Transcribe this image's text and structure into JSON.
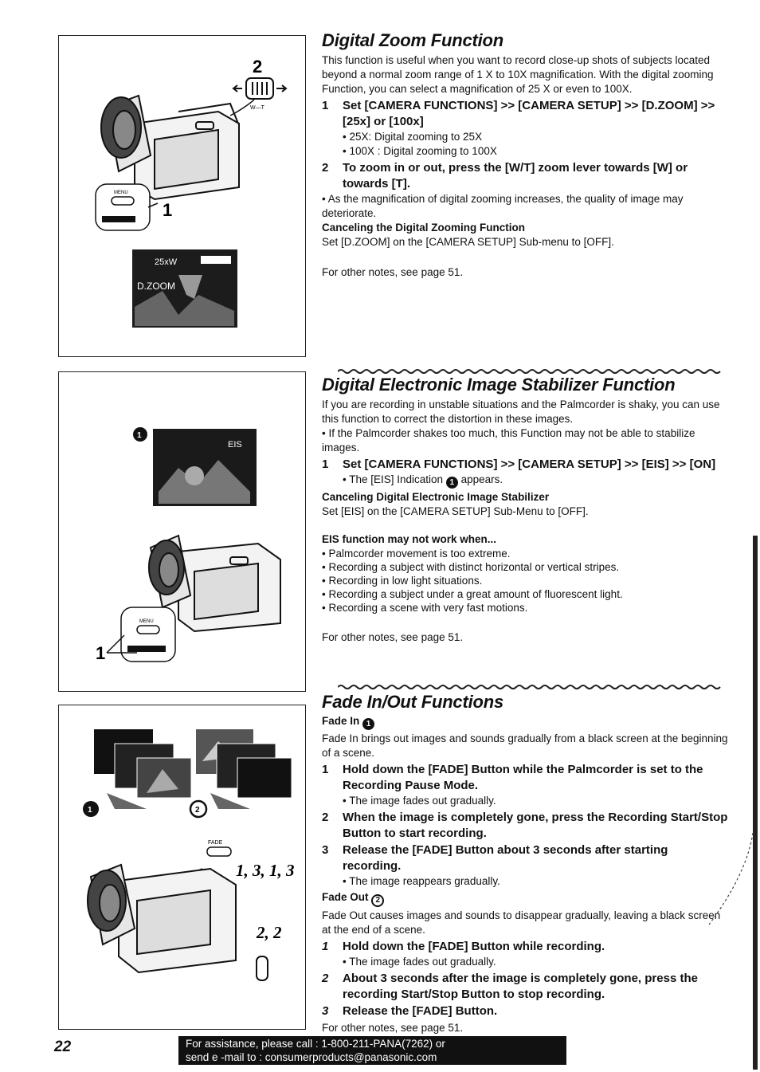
{
  "page_number": "22",
  "footer": {
    "line1": "For assistance, please call : 1-800-211-PANA(7262) or",
    "line2": "send e -mail to : consumerproducts@panasonic.com"
  },
  "figures": {
    "zoom": {
      "label_2": "2",
      "lever_label": "W—T",
      "menu_label": "MENU",
      "label_1": "1",
      "screen_text_1": "25xW",
      "screen_text_2": "D.ZOOM"
    },
    "eis": {
      "marker": "1",
      "screen_text": "EIS",
      "menu_label": "MENU",
      "label_1": "1"
    },
    "fade": {
      "marker_1": "1",
      "marker_2": "2",
      "fade_label": "FADE",
      "steps_a": "1, 3, 1, 3",
      "steps_b": "2, 2"
    }
  },
  "zoom": {
    "title": "Digital Zoom Function",
    "intro": "This function is useful when you want to record close-up shots of subjects located beyond a normal zoom range of 1 X to 10X magnification. With the digital zooming Function, you can select a magnification of 25 X or even to 100X.",
    "step1_num": "1",
    "step1": "Set [CAMERA FUNCTIONS] >> [CAMERA SETUP] >> [D.ZOOM] >> [25x] or [100x]",
    "step1_b1": "• 25X: Digital zooming to 25X",
    "step1_b2": "• 100X : Digital zooming to 100X",
    "step2_num": "2",
    "step2": "To zoom in or out, press the [W/T] zoom lever towards [W] or towards [T].",
    "note": "• As the magnification of digital zooming increases, the quality of image may deteriorate.",
    "cancel_head": "Canceling the Digital Zooming Function",
    "cancel_text": "Set [D.ZOOM] on the [CAMERA SETUP] Sub-menu to [OFF].",
    "other": "For other notes, see page 51."
  },
  "eis": {
    "title": "Digital Electronic Image Stabilizer Function",
    "intro": "If you are recording in unstable situations and the Palmcorder is shaky, you can use this function to correct the distortion in these images.",
    "note": "• If the Palmcorder shakes too much, this Function may not be able to stabilize images.",
    "step1_num": "1",
    "step1": "Set [CAMERA FUNCTIONS] >> [CAMERA SETUP] >> [EIS] >> [ON]",
    "step1_b1a": "• The [EIS] Indication",
    "step1_b1_marker": "1",
    "step1_b1b": "appears.",
    "cancel_head": "Canceling Digital Electronic Image Stabilizer",
    "cancel_text": "Set [EIS] on the [CAMERA SETUP] Sub-Menu to [OFF].",
    "warn_head": "EIS function may not work when...",
    "warn": [
      "• Palmcorder movement is too extreme.",
      "• Recording a subject with distinct horizontal or vertical stripes.",
      "• Recording in low light situations.",
      "• Recording a subject under a great amount of fluorescent light.",
      "• Recording a scene with very fast motions."
    ],
    "other": "For other notes, see page 51."
  },
  "fade": {
    "title": "Fade In/Out Functions",
    "in_head": "Fade In",
    "in_marker": "1",
    "in_text": "Fade In brings out images and sounds gradually from a black screen at the beginning of a scene.",
    "in_steps": [
      {
        "num": "1",
        "text": "Hold down the [FADE] Button while the Palmcorder is set to the Recording Pause Mode.",
        "bullet": "• The image fades out gradually."
      },
      {
        "num": "2",
        "text": "When the image is completely gone, press the Recording Start/Stop Button to start recording.",
        "bullet": ""
      },
      {
        "num": "3",
        "text": "Release the [FADE] Button about 3 seconds after starting recording.",
        "bullet": "• The image reappears gradually."
      }
    ],
    "out_head": "Fade Out",
    "out_marker": "2",
    "out_text": "Fade Out causes images and sounds to disappear gradually, leaving a black screen at the end of a scene.",
    "out_steps": [
      {
        "num": "1",
        "text": "Hold down the [FADE] Button while recording.",
        "bullet": "• The image fades out gradually."
      },
      {
        "num": "2",
        "text": "About 3 seconds after the image is completely gone, press the recording Start/Stop Button to stop recording.",
        "bullet": ""
      },
      {
        "num": "3",
        "text": "Release the [FADE] Button.",
        "bullet": ""
      }
    ],
    "other": "For other notes, see page 51."
  }
}
